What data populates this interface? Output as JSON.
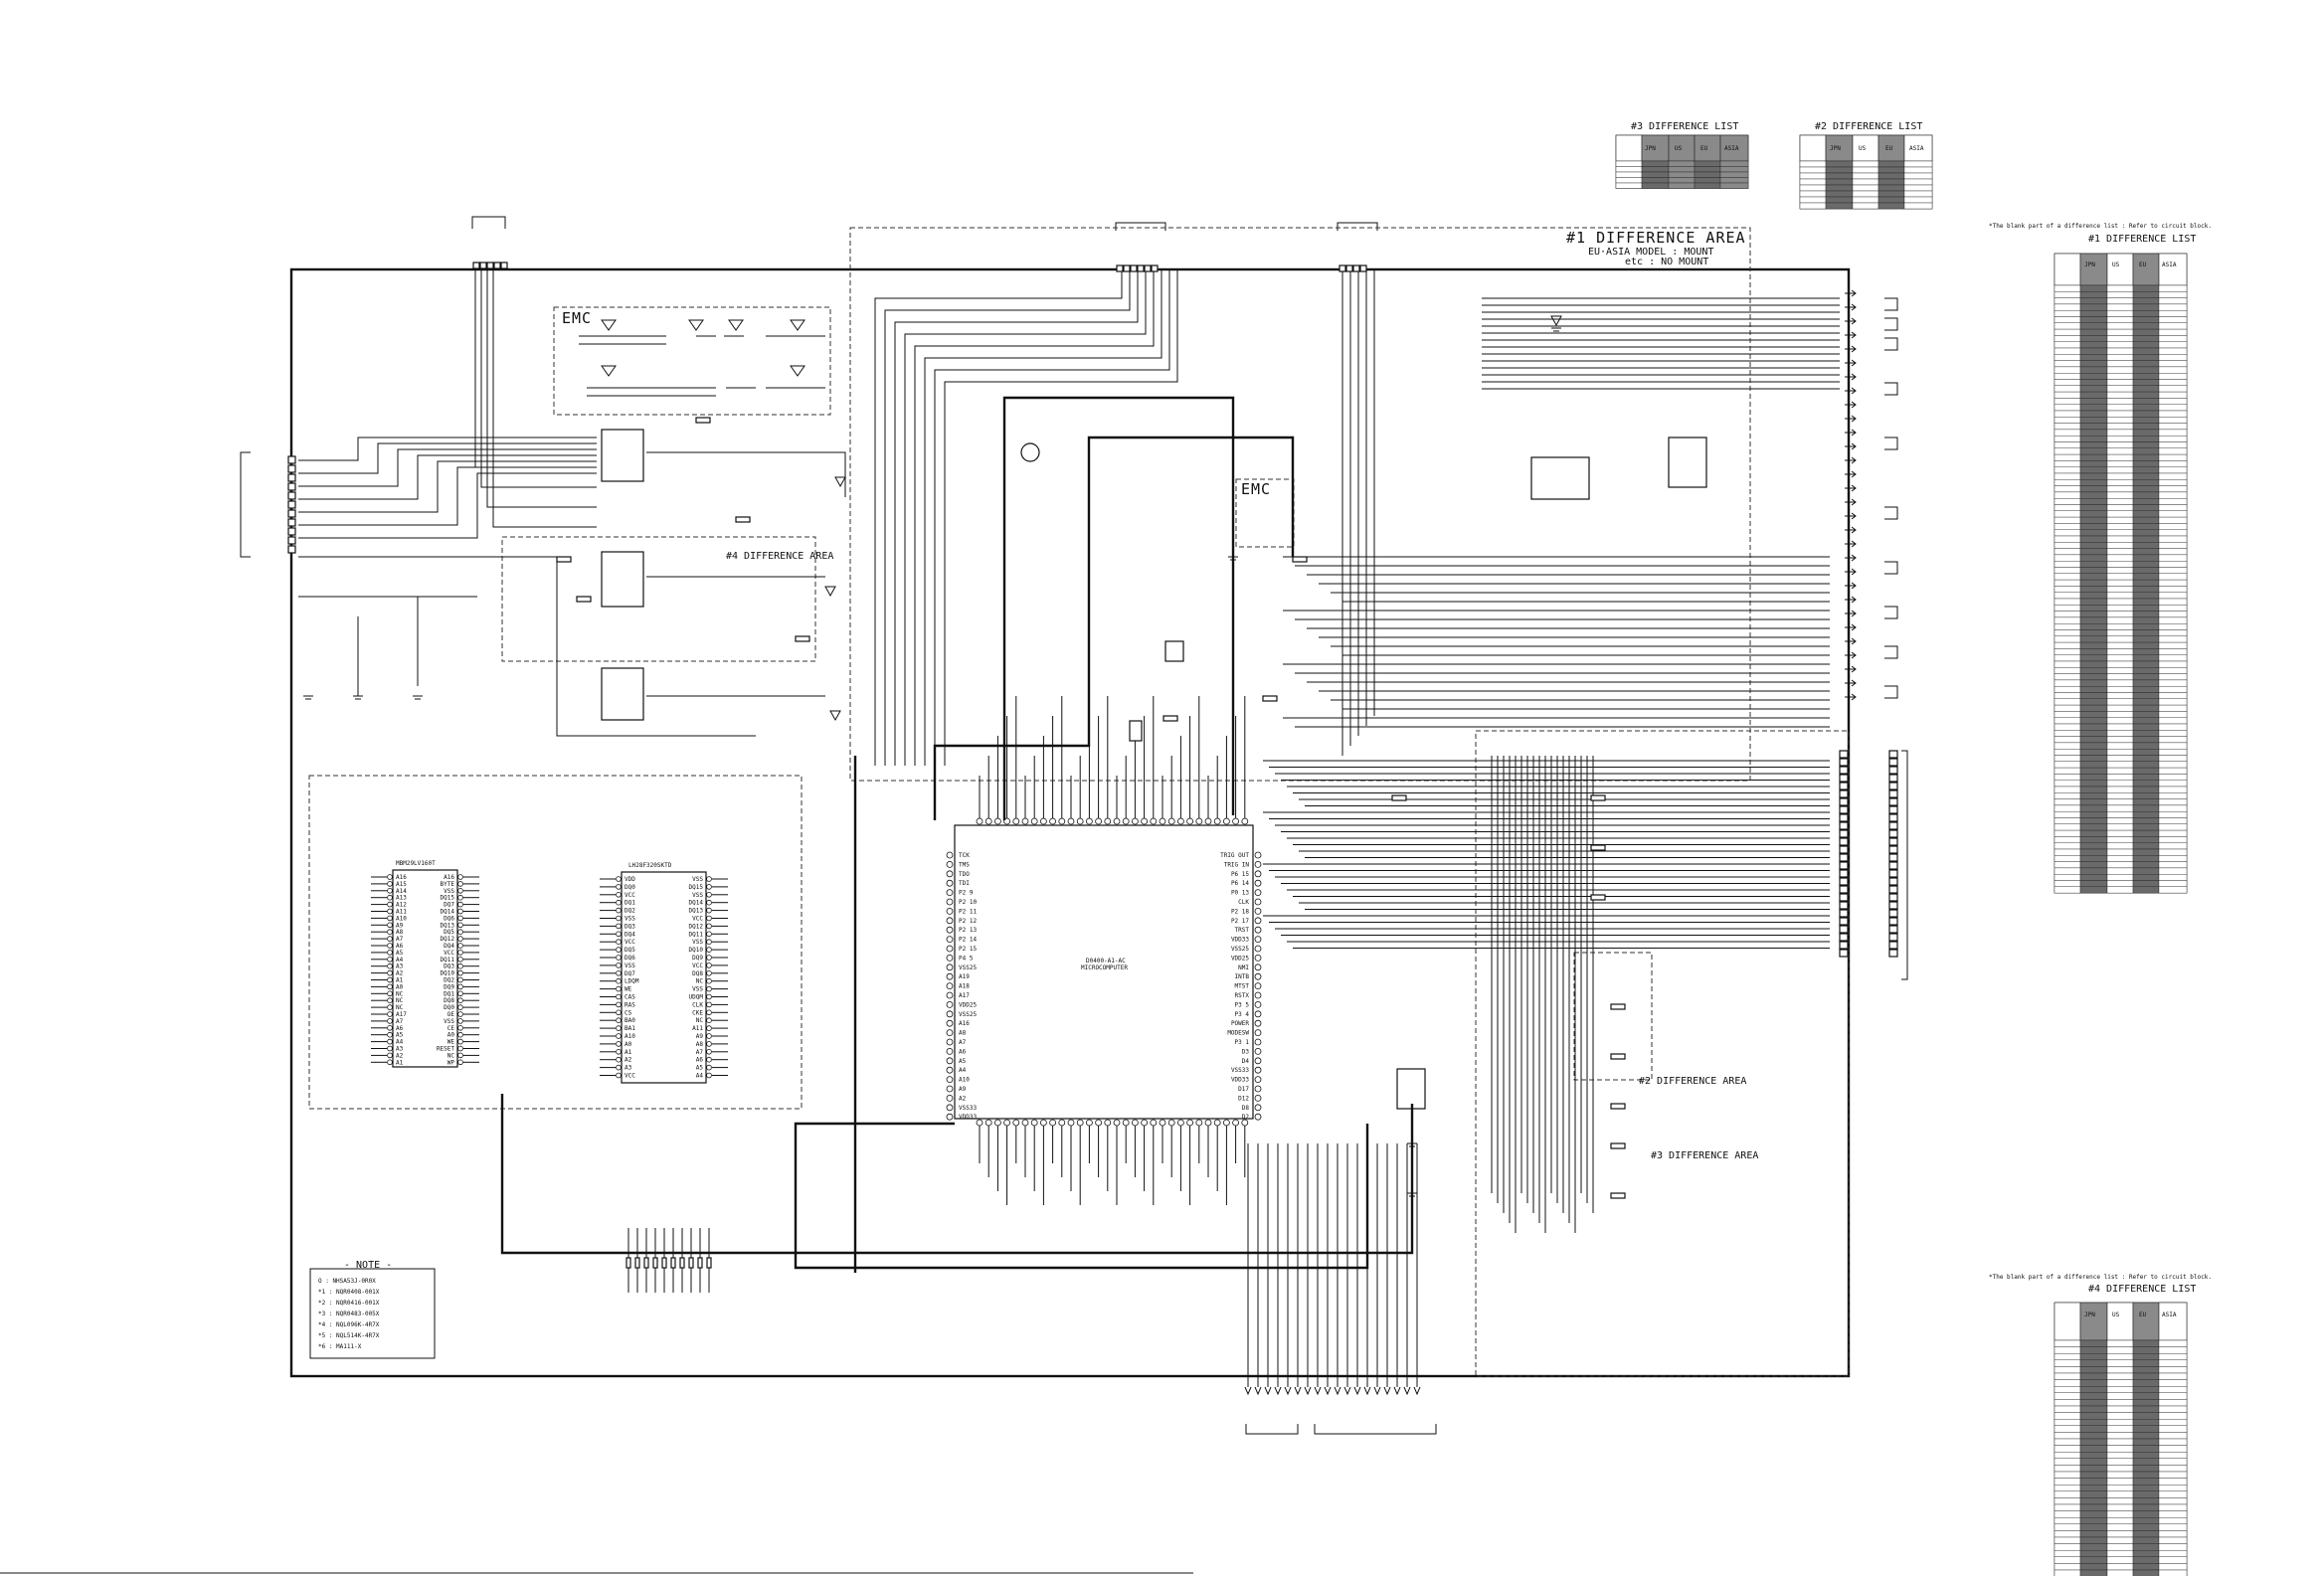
{
  "difference_lists": {
    "note_blank": "*The blank part of a difference list : Refer to circuit block.",
    "list1_title": "#1 DIFFERENCE LIST",
    "list2_title": "#2 DIFFERENCE LIST",
    "list3_title": "#3 DIFFERENCE LIST",
    "list4_title": "#4 DIFFERENCE LIST",
    "columns": [
      "JPN",
      "US",
      "EU",
      "ASIA"
    ],
    "list3_columns": [
      "JPN",
      "US",
      "EU",
      "ASIA"
    ]
  },
  "areas": {
    "diff_area_1_title": "#1 DIFFERENCE AREA",
    "diff_area_1_line1": "EU·ASIA MODEL : MOUNT",
    "diff_area_1_line2": "etc : NO MOUNT",
    "diff_area_2": "#2 DIFFERENCE AREA",
    "diff_area_3": "#3 DIFFERENCE AREA",
    "diff_area_4": "#4 DIFFERENCE AREA",
    "emc_1": "EMC",
    "emc_2": "EMC"
  },
  "note_box": {
    "title": "- NOTE -",
    "lines": [
      "O : NHSA53J-0R0X",
      "*1 : NQR0408-001X",
      "*2 : NQR0416-001X",
      "*3 : NQR0483-005X",
      "*4 : NQL096K-4R7X",
      "*5 : NQL514K-4R7X",
      "*6 : MA111-X"
    ]
  },
  "main_ic": {
    "left_pins": [
      "TCK",
      "TMS",
      "TDO",
      "TDI",
      "P2 9",
      "P2 10",
      "P2 11",
      "P2 12",
      "P2 13",
      "P2 14",
      "P2 15",
      "P4 5",
      "VSS25",
      "A19",
      "A18",
      "A17",
      "VDD25",
      "VSS25",
      "A16",
      "A8",
      "A7",
      "A6",
      "A5",
      "A4",
      "A10",
      "A9",
      "A2",
      "VSS33",
      "VDD33"
    ],
    "right_pins": [
      "TRIG OUT",
      "TRIG IN",
      "P6 15",
      "P6 14",
      "P0 13",
      "CLK",
      "P2 18",
      "P2 17",
      "TRST",
      "VDD33",
      "VSS25",
      "VDD25",
      "NMI",
      "INTB",
      "MTST",
      "RSTX",
      "P3 5",
      "P3 4",
      "POWER",
      "MODESW",
      "P3 1",
      "D3",
      "D4",
      "VSS33",
      "VDD33",
      "D17",
      "D12",
      "D8",
      "D2"
    ]
  },
  "sram_chip": {
    "left_pins": [
      "A16",
      "A15",
      "A14",
      "A13",
      "A12",
      "A11",
      "A10",
      "A9",
      "A8",
      "A7",
      "A6",
      "A5",
      "A4",
      "A3",
      "A2",
      "A1",
      "A0",
      "NC",
      "NC",
      "NC",
      "A17",
      "A7",
      "A6",
      "A5",
      "A4",
      "A3",
      "A2",
      "A1"
    ],
    "right_pins": [
      "A16",
      "BYTE",
      "VSS",
      "DQ15",
      "DQ7",
      "DQ14",
      "DQ6",
      "DQ13",
      "DQ5",
      "DQ12",
      "DQ4",
      "VCC",
      "DQ11",
      "DQ3",
      "DQ10",
      "DQ2",
      "DQ9",
      "DQ1",
      "DQ8",
      "DQ0",
      "OE",
      "VSS",
      "CE",
      "A0",
      "WE",
      "RESET",
      "NC",
      "WP"
    ]
  },
  "dram_chip": {
    "left_pins": [
      "VDD",
      "DQ0",
      "VCC",
      "DQ1",
      "DQ2",
      "VSS",
      "DQ3",
      "DQ4",
      "VCC",
      "DQ5",
      "DQ6",
      "VSS",
      "DQ7",
      "LDQM",
      "WE",
      "CAS",
      "RAS",
      "CS",
      "BA0",
      "BA1",
      "A10",
      "A0",
      "A1",
      "A2",
      "A3",
      "VCC"
    ],
    "right_pins": [
      "VSS",
      "DQ15",
      "VSS",
      "DQ14",
      "DQ13",
      "VCC",
      "DQ12",
      "DQ11",
      "VSS",
      "DQ10",
      "DQ9",
      "VCC",
      "DQ8",
      "NC",
      "VSS",
      "UDQM",
      "CLK",
      "CKE",
      "NC",
      "A11",
      "A9",
      "A8",
      "A7",
      "A6",
      "A5",
      "A4"
    ]
  }
}
